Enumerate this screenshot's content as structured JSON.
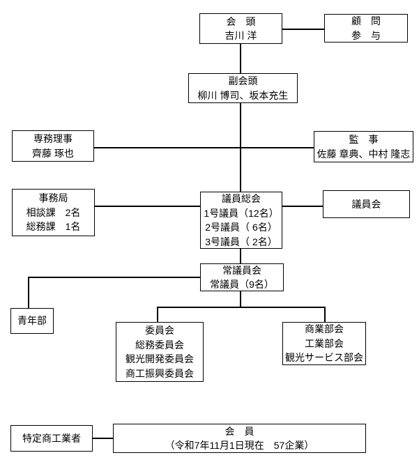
{
  "page": {
    "background": "#ffffff",
    "line_color": "#000000"
  },
  "org_chart": {
    "type": "organization-chart",
    "nodes": {
      "president": {
        "lines": [
          "会　頭",
          "吉川 洋"
        ]
      },
      "advisor": {
        "lines": [
          "顧　問",
          "参　与"
        ]
      },
      "vice_president": {
        "lines": [
          "副会頭",
          "柳川 博司、坂本充生"
        ]
      },
      "executive_director": {
        "lines": [
          "専務理事",
          "齊藤 琢也"
        ]
      },
      "auditor": {
        "lines": [
          "監　事",
          "佐藤 章典、中村 隆志"
        ]
      },
      "secretariat": {
        "lines": [
          "事務局",
          "相談課　2名",
          "総務課　1名"
        ]
      },
      "council_general_meeting": {
        "lines": [
          "議員総会",
          "1号議員（12名）",
          "2号議員（ 6名）",
          "3号議員（ 2名）"
        ]
      },
      "council": {
        "lines": [
          "議員会"
        ]
      },
      "standing_council": {
        "lines": [
          "常議員会",
          "常議員（9名）"
        ]
      },
      "youth_division": {
        "lines": [
          "青年部"
        ]
      },
      "committees": {
        "lines": [
          "委員会",
          "総務委員会",
          "観光開発委員会",
          "商工振興委員会"
        ]
      },
      "sections": {
        "lines": [
          "商業部会",
          "工業部会",
          "観光サービス部会"
        ]
      },
      "designated_businesses": {
        "lines": [
          "特定商工業者"
        ]
      },
      "members": {
        "lines": [
          "会　員",
          "（令和7年11月1日現在　57企業）"
        ]
      }
    }
  }
}
